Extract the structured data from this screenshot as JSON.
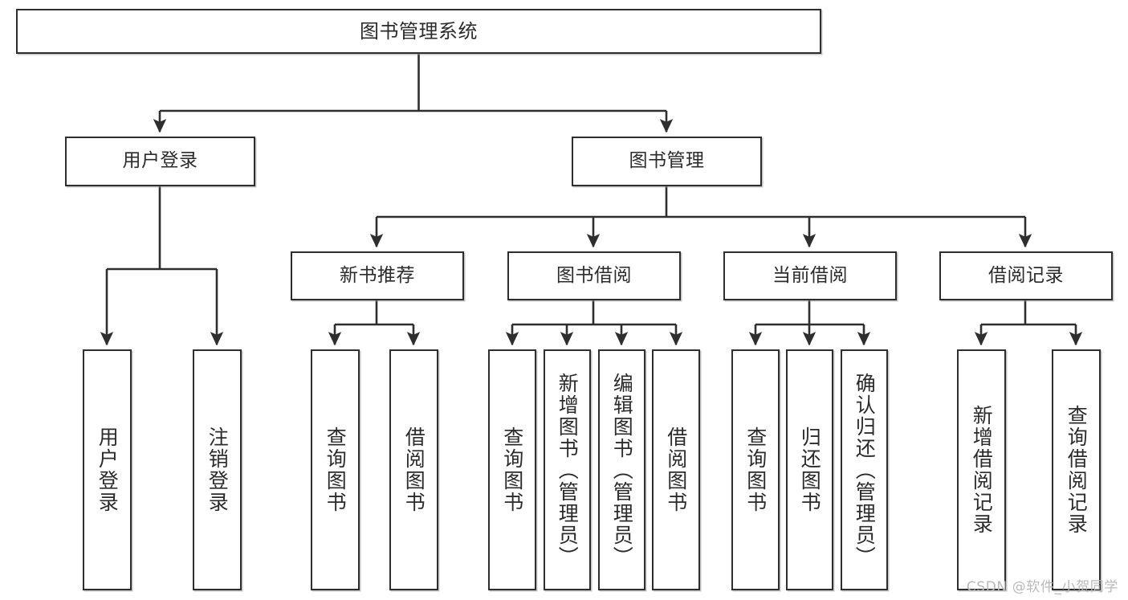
{
  "diagram": {
    "title": "图书管理系统",
    "type": "tree",
    "watermark": "CSDN @软件_小贺同学",
    "colors": {
      "stroke": "#2e2e2e",
      "fill": "#ffffff",
      "text": "#2b2b2b",
      "watermark": "#b9b9b9"
    },
    "root": {
      "label": "图书管理系统"
    },
    "level1": [
      {
        "id": "user-login",
        "label": "用户登录"
      },
      {
        "id": "book-manage",
        "label": "图书管理"
      }
    ],
    "level2": [
      {
        "id": "new-book-rec",
        "label": "新书推荐",
        "parent": "book-manage"
      },
      {
        "id": "book-borrow",
        "label": "图书借阅",
        "parent": "book-manage"
      },
      {
        "id": "current-borrow",
        "label": "当前借阅",
        "parent": "book-manage"
      },
      {
        "id": "borrow-record",
        "label": "借阅记录",
        "parent": "book-manage"
      }
    ],
    "leaves": {
      "user-login": [
        {
          "id": "leaf-user-login",
          "label": "用户登录"
        },
        {
          "id": "leaf-logout-login",
          "label": "注销登录"
        }
      ],
      "new-book-rec": [
        {
          "id": "leaf-query-book-1",
          "label": "查询图书"
        },
        {
          "id": "leaf-borrow-book-1",
          "label": "借阅图书"
        }
      ],
      "book-borrow": [
        {
          "id": "leaf-query-book-2",
          "label": "查询图书"
        },
        {
          "id": "leaf-add-book",
          "label": "新增图书（管理员）"
        },
        {
          "id": "leaf-edit-book",
          "label": "编辑图书（管理员）"
        },
        {
          "id": "leaf-borrow-book-2",
          "label": "借阅图书"
        }
      ],
      "current-borrow": [
        {
          "id": "leaf-query-book-3",
          "label": "查询图书"
        },
        {
          "id": "leaf-return-book",
          "label": "归还图书"
        },
        {
          "id": "leaf-confirm-return",
          "label": "确认归还（管理员）"
        }
      ],
      "borrow-record": [
        {
          "id": "leaf-add-record",
          "label": "新增借阅记录"
        },
        {
          "id": "leaf-query-record",
          "label": "查询借阅记录"
        }
      ]
    }
  }
}
